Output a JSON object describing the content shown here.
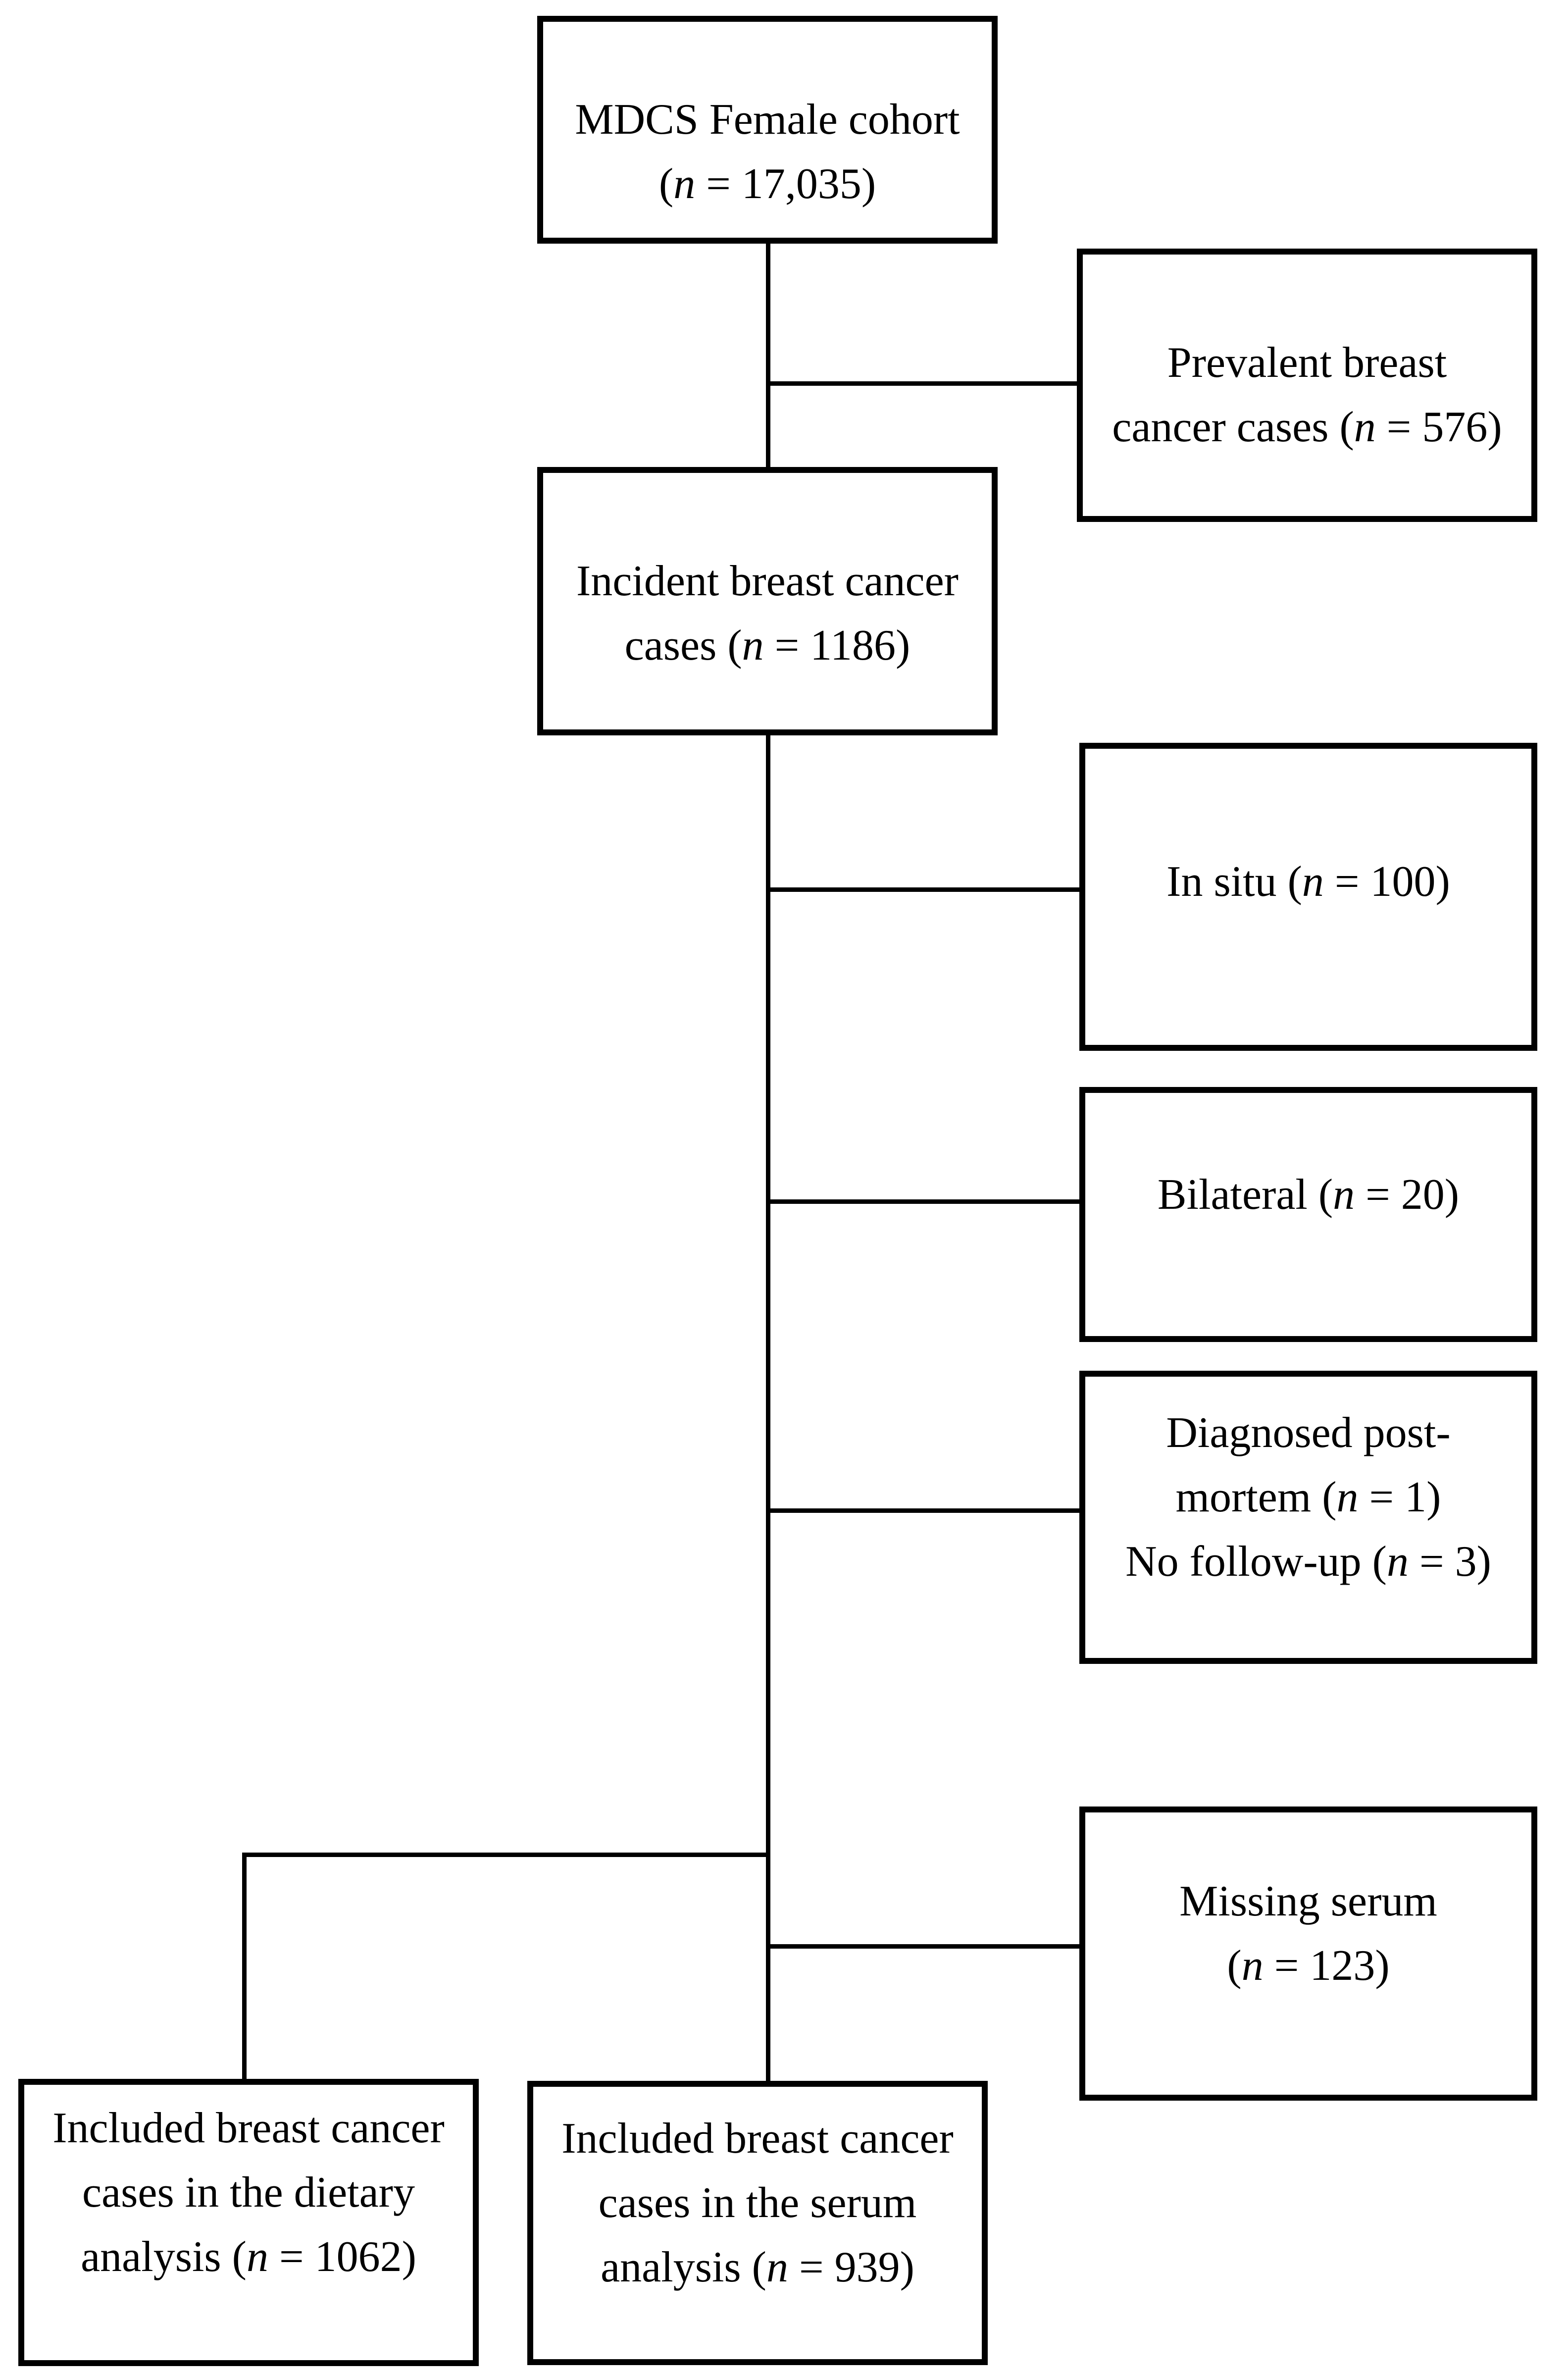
{
  "colors": {
    "background": "#ffffff",
    "box_border": "#000000",
    "text": "#000000",
    "connector": "#000000"
  },
  "flowchart": {
    "nodes": [
      {
        "id": "mdcs-female-cohort",
        "lines": [
          "MDCS Female cohort",
          "(n = 17,035)"
        ]
      },
      {
        "id": "prevalent-breast-cancer",
        "lines": [
          "Prevalent breast",
          "cancer cases (n = 576)"
        ]
      },
      {
        "id": "incident-breast-cancer",
        "lines": [
          "Incident breast cancer",
          "cases (n = 1186)"
        ]
      },
      {
        "id": "in-situ",
        "lines": [
          "In situ (n = 100)"
        ]
      },
      {
        "id": "bilateral",
        "lines": [
          "Bilateral (n = 20)"
        ]
      },
      {
        "id": "postmortem-no-followup",
        "lines": [
          "Diagnosed post-",
          "mortem (n = 1)",
          "No follow-up (n = 3)"
        ]
      },
      {
        "id": "missing-serum",
        "lines": [
          "Missing serum",
          "(n = 123)"
        ]
      },
      {
        "id": "included-dietary-analysis",
        "lines": [
          "Included breast cancer",
          "cases in the dietary",
          "analysis (n = 1062)"
        ]
      },
      {
        "id": "included-serum-analysis",
        "lines": [
          "Included breast cancer",
          "cases in the serum",
          "analysis (n = 939)"
        ]
      }
    ],
    "edges": [
      {
        "from": "mdcs-female-cohort",
        "to": "prevalent-breast-cancer"
      },
      {
        "from": "mdcs-female-cohort",
        "to": "incident-breast-cancer"
      },
      {
        "from": "incident-breast-cancer",
        "to": "in-situ"
      },
      {
        "from": "incident-breast-cancer",
        "to": "bilateral"
      },
      {
        "from": "incident-breast-cancer",
        "to": "postmortem-no-followup"
      },
      {
        "from": "incident-breast-cancer",
        "to": "missing-serum"
      },
      {
        "from": "incident-breast-cancer",
        "to": "included-dietary-analysis"
      },
      {
        "from": "incident-breast-cancer",
        "to": "included-serum-analysis"
      }
    ]
  }
}
